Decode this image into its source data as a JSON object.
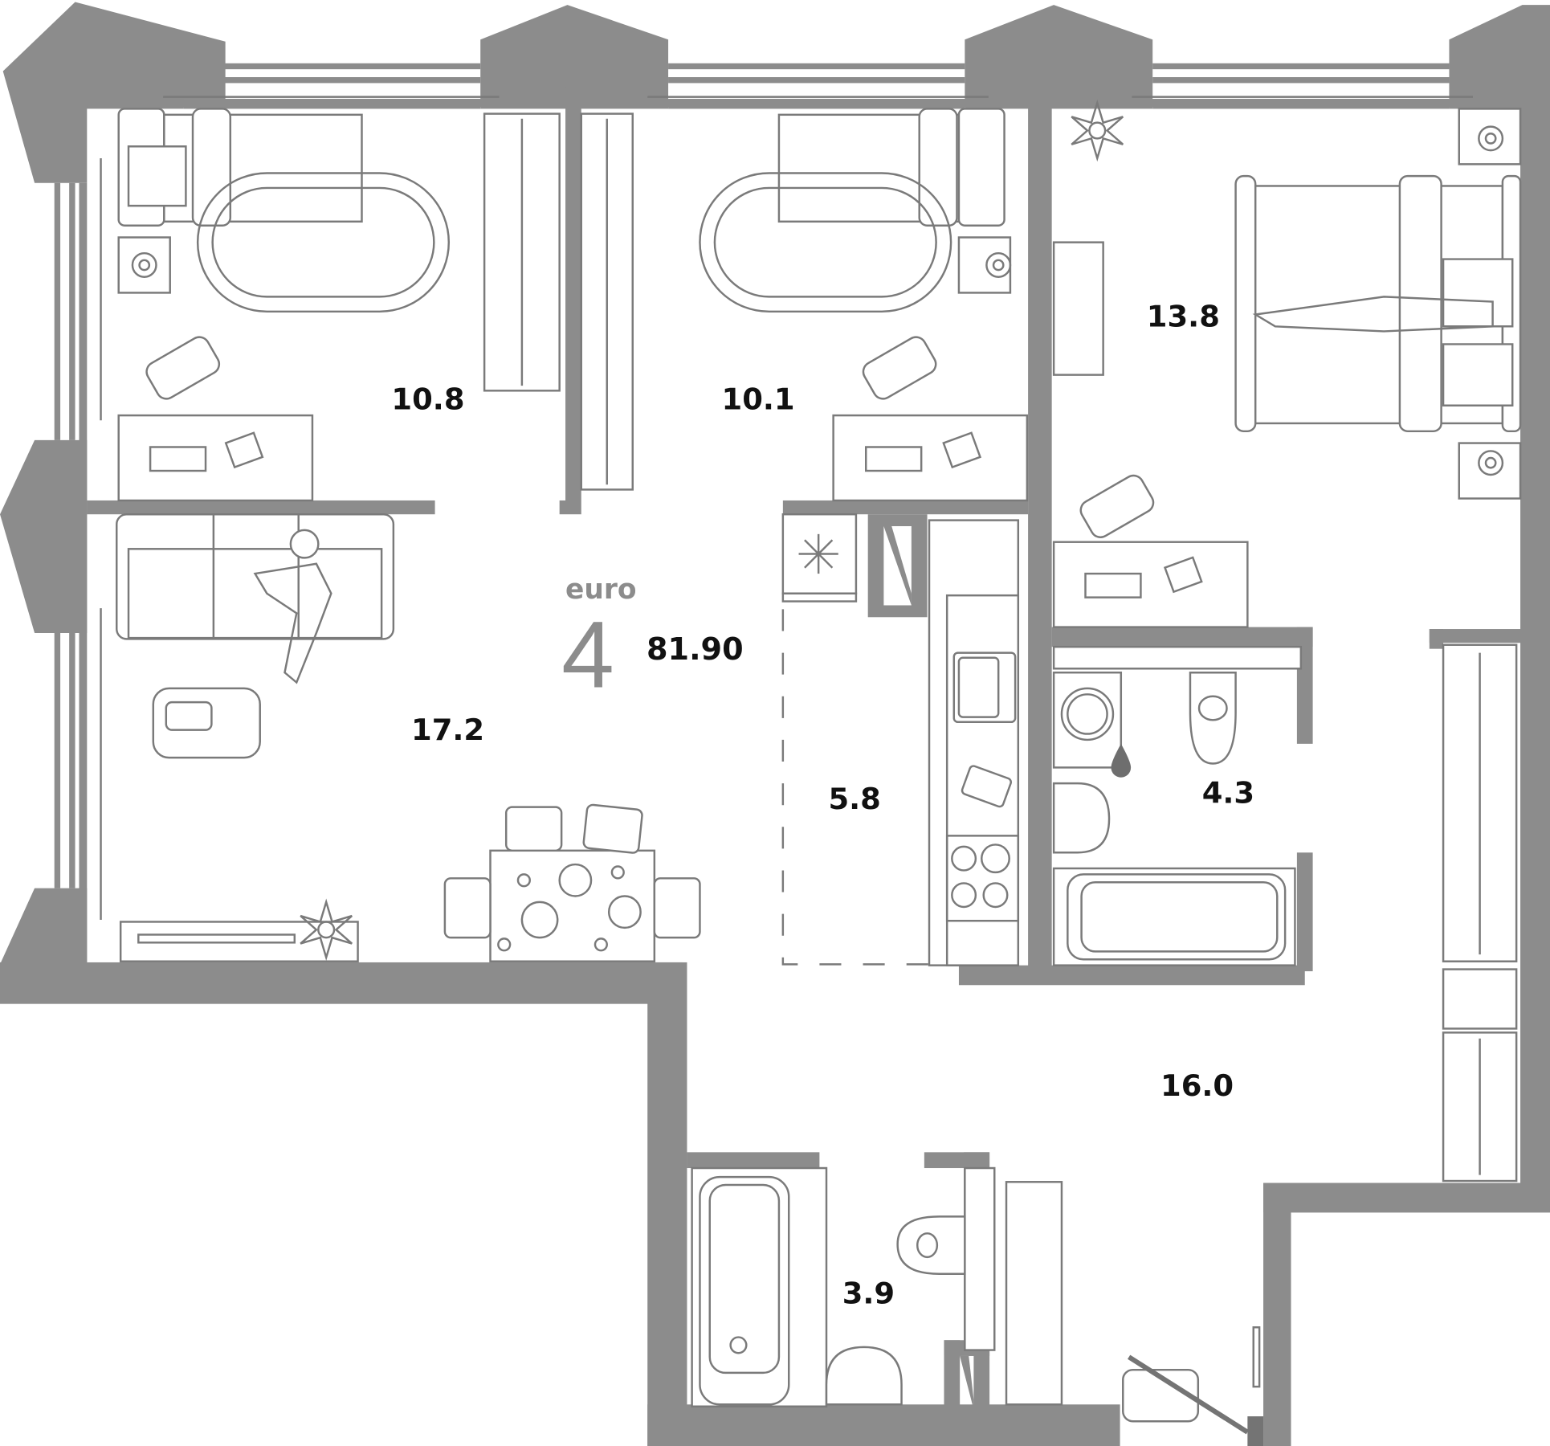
{
  "plan": {
    "type_label": "euro",
    "room_count": "4",
    "total_area": "81.90",
    "colors": {
      "wall": "#8c8c8c",
      "furniture_line": "#7a7a7a",
      "label": "#111111",
      "background": "#ffffff"
    }
  },
  "rooms": [
    {
      "id": "bedroom-1",
      "area": "10.8"
    },
    {
      "id": "bedroom-2",
      "area": "10.1"
    },
    {
      "id": "bedroom-master",
      "area": "13.8"
    },
    {
      "id": "living-room",
      "area": "17.2"
    },
    {
      "id": "kitchen",
      "area": "5.8"
    },
    {
      "id": "bathroom-1",
      "area": "4.3"
    },
    {
      "id": "hallway",
      "area": "16.0"
    },
    {
      "id": "bathroom-2",
      "area": "3.9"
    }
  ]
}
